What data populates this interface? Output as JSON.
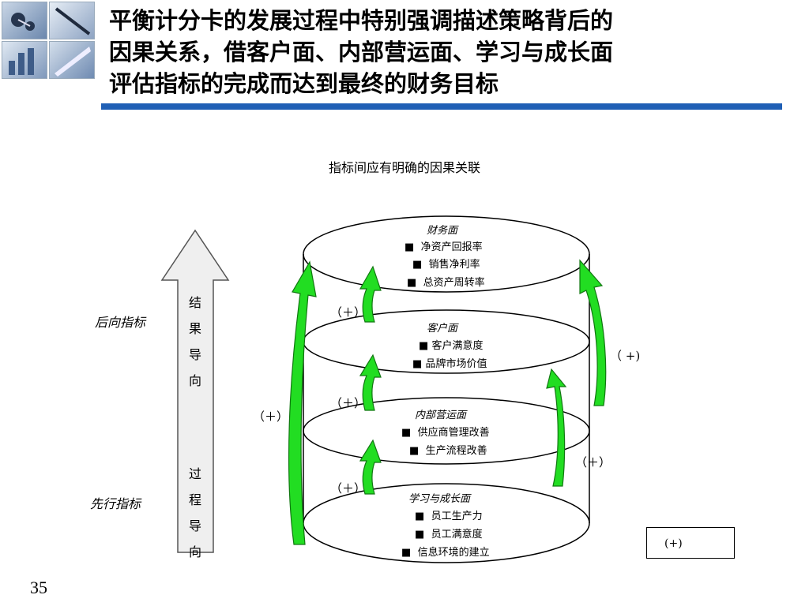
{
  "header": {
    "title_lines": [
      "平衡计分卡的发展过程中特别强调描述策略背后的",
      "因果关系，借客户面、内部营运面、学习与成长面",
      "评估指标的完成而达到最终的财务目标"
    ]
  },
  "diagram": {
    "subtitle": "指标间应有明确的因果关联",
    "left_labels": {
      "lagging": "后向指标",
      "leading": "先行指标"
    },
    "arrow_top_chars": [
      "结",
      "果",
      "导",
      "向"
    ],
    "arrow_bottom_chars": [
      "过",
      "程",
      "导",
      "向"
    ],
    "layers": [
      {
        "title": "财务面",
        "items": [
          "净资产回报率",
          "销售净利率",
          "总资产周转率"
        ]
      },
      {
        "title": "客户面",
        "items": [
          "客户满意度",
          "品牌市场价值"
        ]
      },
      {
        "title": "内部营运面",
        "items": [
          "供应商管理改善",
          "生产流程改善"
        ]
      },
      {
        "title": "学习与成长面",
        "items": [
          "员工生产力",
          "员工满意度",
          "信息环境的建立"
        ]
      }
    ],
    "bullet": "■",
    "plus_labels": [
      "（＋）",
      "（＋）",
      "（＋）",
      "（＋）",
      "（ +)",
      "（＋）"
    ],
    "legend": "(+)",
    "arrow_color": "#22dd22"
  },
  "page_number": "35"
}
